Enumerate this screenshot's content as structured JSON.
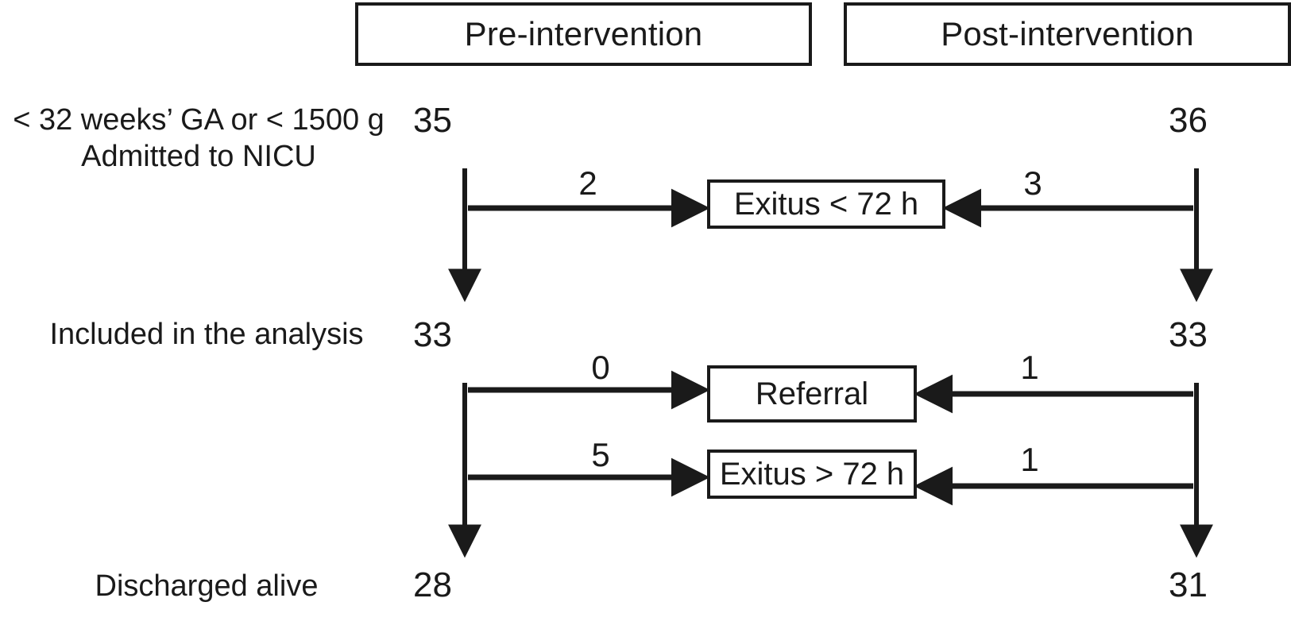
{
  "figure": {
    "type": "flowchart",
    "title": "Patient flow diagram: pre-intervention vs post-intervention cohorts"
  },
  "headers": {
    "pre": "Pre-intervention",
    "post": "Post-intervention"
  },
  "row_labels": {
    "eligibility_line1": "< 32 weeks’ GA or < 1500 g",
    "eligibility_line2": "Admitted to NICU",
    "analysis": "Included in the analysis",
    "discharged": "Discharged alive"
  },
  "counts": {
    "pre_screened": "35",
    "post_screened": "36",
    "pre_analysis": "33",
    "post_analysis": "33",
    "pre_discharged": "28",
    "post_discharged": "31"
  },
  "nodes": {
    "exitus_lt_72h": "Exitus < 72 h",
    "referral": "Referral",
    "exitus_gt_72h": "Exitus > 72 h"
  },
  "exclusions": {
    "pre_exitus_lt_72h": "2",
    "post_exitus_lt_72h": "3",
    "pre_referral": "0",
    "post_referral": "1",
    "pre_exitus_gt_72h": "5",
    "post_exitus_gt_72h": "1"
  },
  "colors": {
    "ink": "#1a1a1a",
    "background": "#ffffff"
  }
}
